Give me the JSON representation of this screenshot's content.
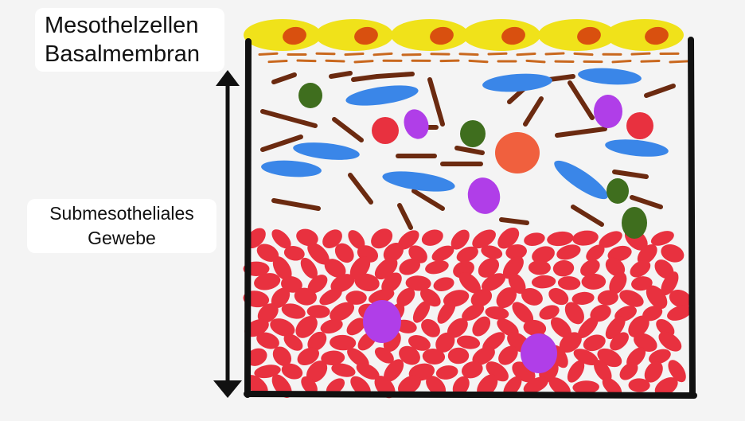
{
  "labels": {
    "mesothelial_cells": "Mesothelzellen",
    "basement_membrane": "Basalmembran",
    "submesothelial_line1": "Submesotheliales",
    "submesothelial_line2": "Gewebe"
  },
  "colors": {
    "background": "#f4f4f4",
    "frame": "#111111",
    "mesothelium_fill": "#f0e21a",
    "nucleus": "#d9500f",
    "membrane_dash": "#c9681e",
    "collagen_fiber": "#6b2a10",
    "blue_fiber": "#3a86e8",
    "green_cell": "#3f6e1e",
    "purple_cell": "#b03ee8",
    "red_cell": "#e8313f",
    "orange_cell": "#f0603e"
  }
}
